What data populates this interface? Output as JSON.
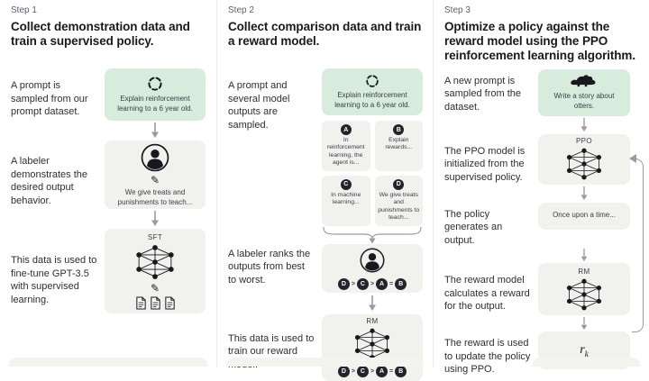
{
  "colors": {
    "accent-green": "#d7ecdc",
    "box-gray": "#f1f1ee",
    "chip-dark": "#23232b",
    "text-dark": "#191a20",
    "text-body": "#2d2e36",
    "caption": "#3c3d45",
    "muted": "#5d5e6b",
    "arrow": "#9a9aa5",
    "divider": "#ebebe6"
  },
  "icons": {
    "pencil_glyph": "✎"
  },
  "columns": [
    {
      "step_label": "Step 1",
      "heading": "Collect demonstration data and train a supervised policy.",
      "rows": {
        "prompt_text": "A prompt is sampled from our prompt dataset.",
        "prompt_caption": "Explain reinforcement learning to a 6 year old.",
        "labeler_text": "A labeler demonstrates the desired output behavior.",
        "labeler_caption": "We give treats and punishments to teach...",
        "finetune_text": "This data is used to fine-tune GPT-3.5 with supervised learning.",
        "model_label": "SFT"
      }
    },
    {
      "step_label": "Step 2",
      "heading": "Collect comparison data and train a reward model.",
      "rows": {
        "prompt_text": "A prompt and several model outputs are sampled.",
        "prompt_caption": "Explain reinforcement learning to a 6 year old.",
        "outputs": [
          {
            "letter": "A",
            "caption": "In reinforcement learning, the agent is..."
          },
          {
            "letter": "B",
            "caption": "Explain rewards..."
          },
          {
            "letter": "C",
            "caption": "In machine learning..."
          },
          {
            "letter": "D",
            "caption": "We give treats and punishments to teach..."
          }
        ],
        "rank_text": "A labeler ranks the outputs from best to worst.",
        "ranking": [
          "D",
          "C",
          "A",
          "B"
        ],
        "ranking_separators": [
          ">",
          ">",
          "="
        ],
        "train_text": "This data is used to train our reward model.",
        "model_label": "RM"
      }
    },
    {
      "step_label": "Step 3",
      "heading": "Optimize a policy against the reward model using the PPO reinforcement learning algorithm.",
      "rows": {
        "prompt_text": "A new prompt is sampled from the dataset.",
        "prompt_caption": "Write a story about otters.",
        "init_text": "The PPO model is initialized from the supervised policy.",
        "ppo_label": "PPO",
        "generate_text": "The policy generates an output.",
        "output_caption": "Once upon a time...",
        "reward_text": "The reward model calculates a reward for the output.",
        "rm_label": "RM",
        "update_text": "The reward is used to update the policy using PPO.",
        "reward_var": "r",
        "reward_var_sub": "k"
      }
    }
  ]
}
